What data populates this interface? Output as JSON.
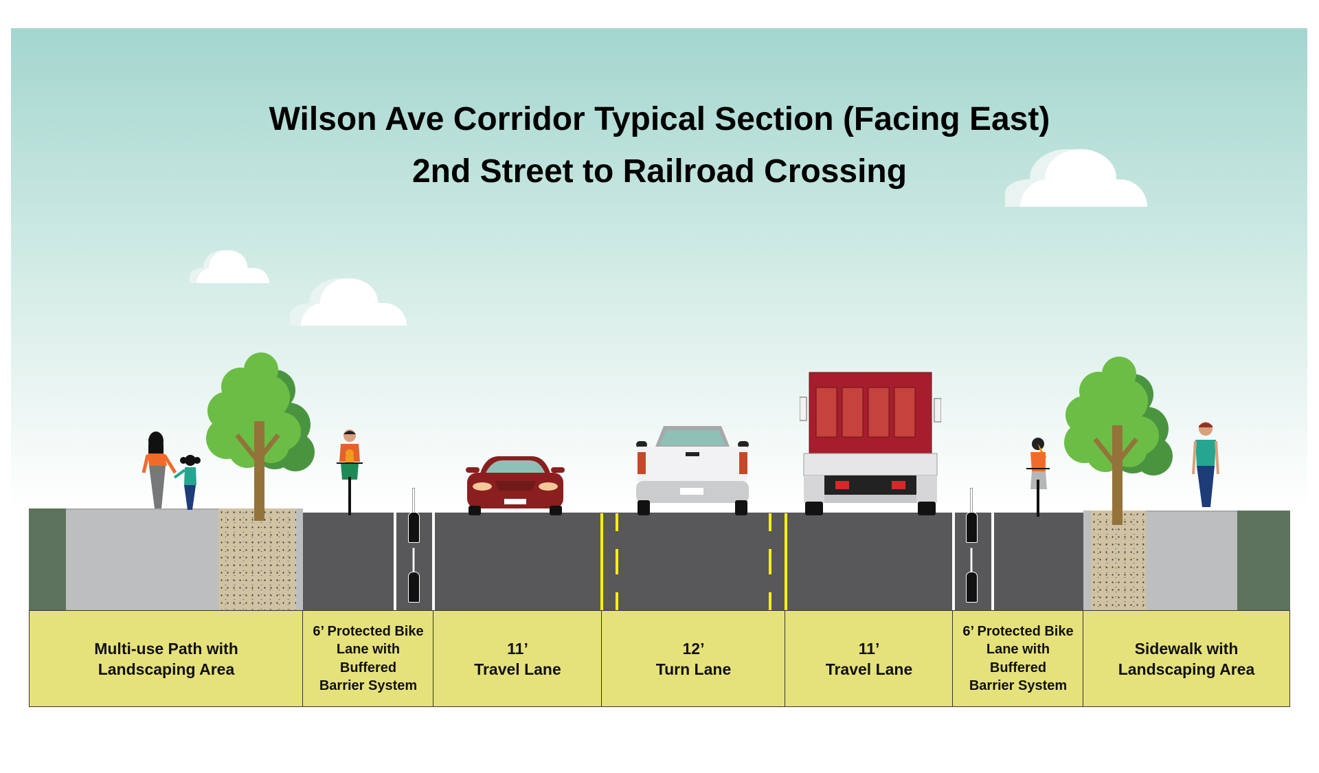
{
  "title": {
    "line1": "Wilson Ave Corridor Typical Section (Facing East)",
    "line2": "2nd Street to Railroad Crossing"
  },
  "colors": {
    "sky_top": "#a3d6cf",
    "asphalt": "#58585a",
    "sidewalk": "#bdbec0",
    "landscape": "#cfc3a3",
    "green_edge": "#5e735c",
    "label_bg": "#e6e27b",
    "yellow_line": "#fff200",
    "white_line": "#ffffff"
  },
  "sections": [
    {
      "id": "multi-use-path",
      "label": "Multi-use Path with\nLandscaping Area"
    },
    {
      "id": "bike-lane-west",
      "label": "6’ Protected Bike\nLane with\nBuffered\nBarrier System"
    },
    {
      "id": "travel-lane-west",
      "label": "11’\nTravel Lane"
    },
    {
      "id": "turn-lane",
      "label": "12’\nTurn Lane"
    },
    {
      "id": "travel-lane-east",
      "label": "11’\nTravel Lane"
    },
    {
      "id": "bike-lane-east",
      "label": "6’ Protected Bike\nLane with\nBuffered\nBarrier System"
    },
    {
      "id": "sidewalk",
      "label": "Sidewalk with\nLandscaping Area"
    }
  ],
  "figures": {
    "left": [
      "woman-walking",
      "child-walking",
      "tree",
      "cyclist-with-child"
    ],
    "road": [
      "red-sedan",
      "white-pickup",
      "red-dump-truck"
    ],
    "right": [
      "cyclist",
      "tree",
      "man-walking"
    ]
  }
}
